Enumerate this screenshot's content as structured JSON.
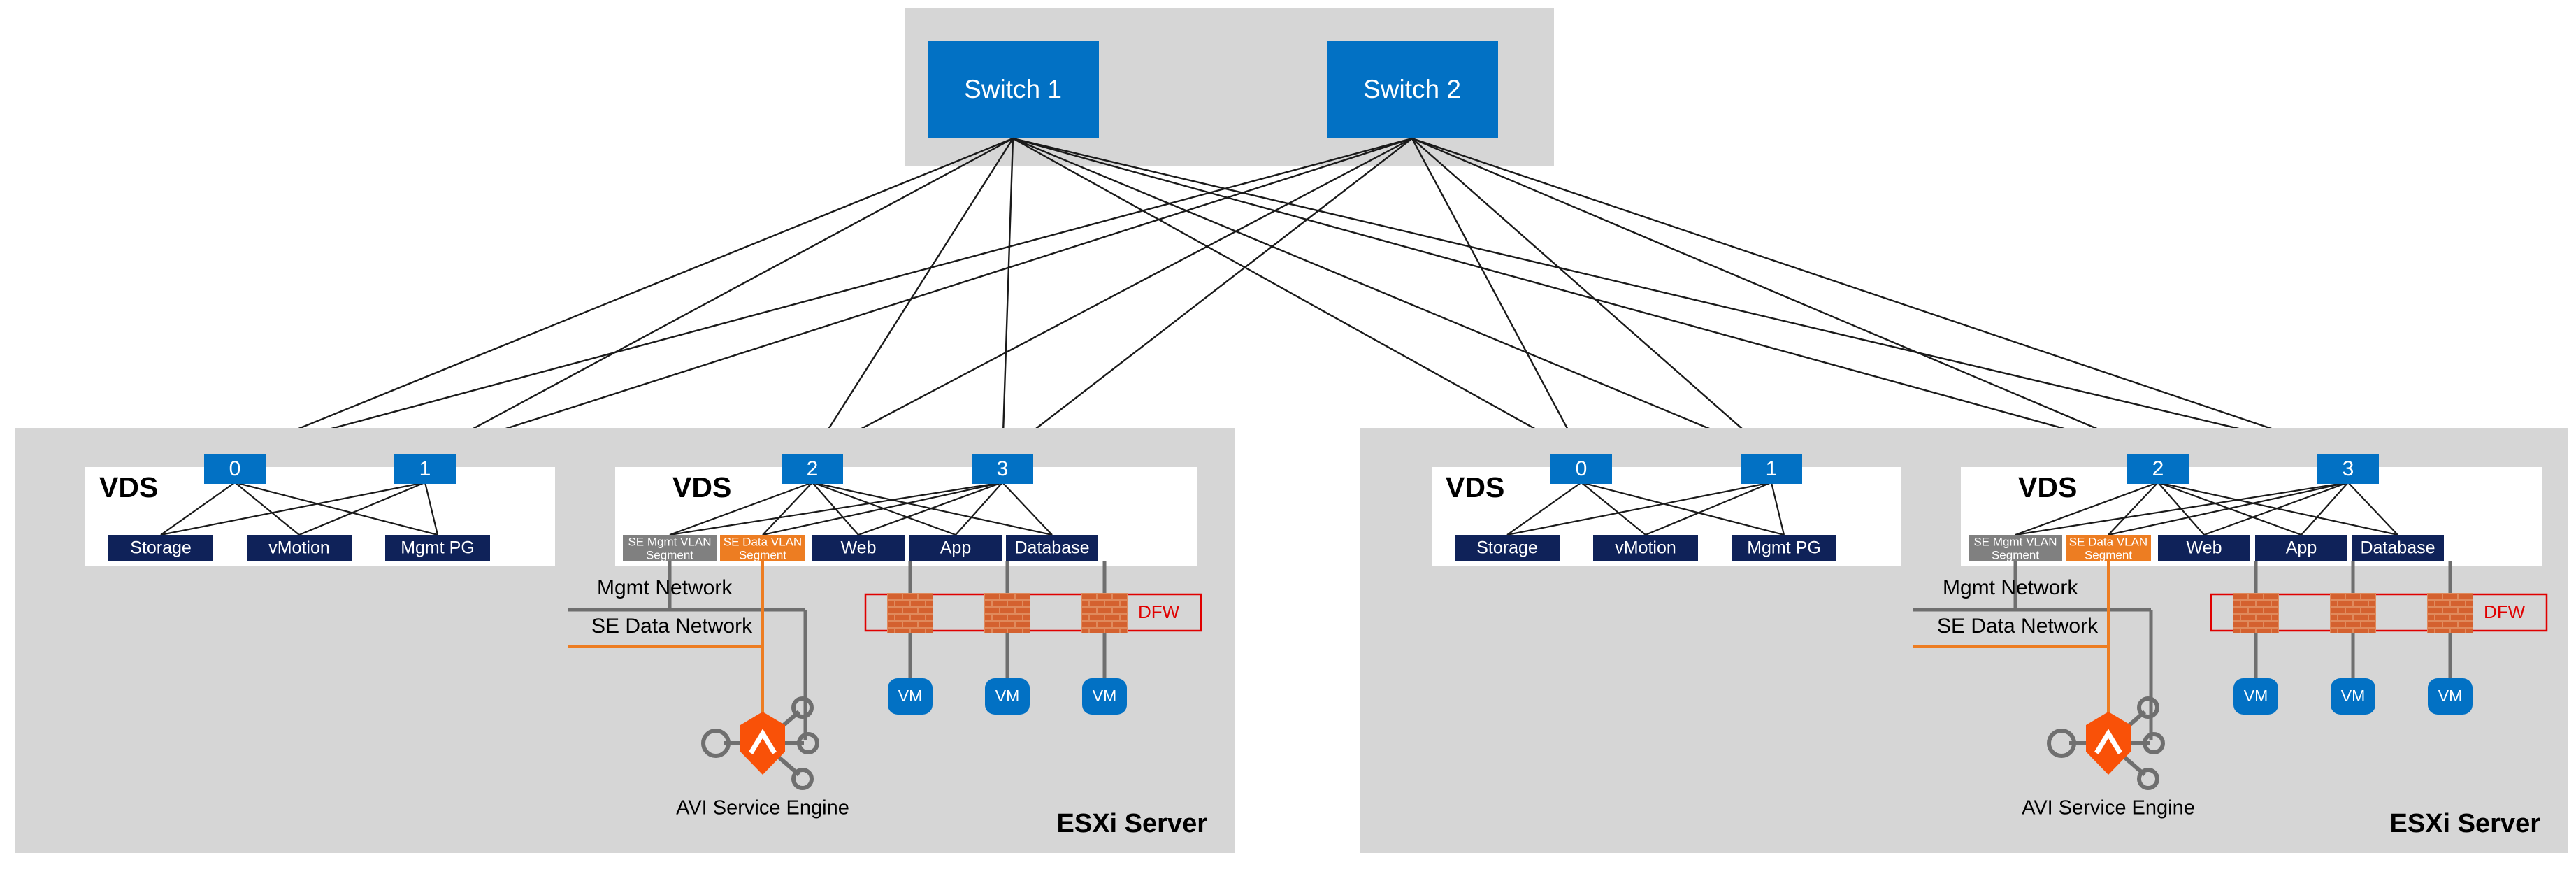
{
  "diagram": {
    "title": "VMware ESXi / AVI Service Engine VDS network topology",
    "colors": {
      "panel_gray": "#d6d6d6",
      "switch_blue": "#0271c4",
      "portgroup_navy": "#0f2259",
      "segment_gray": "#808080",
      "segment_orange": "#ed7d22",
      "avi_orange": "#f95108",
      "dfw_red": "#e00000",
      "line_gray": "#6f6f6f"
    }
  },
  "top_fabric": {
    "switches": [
      {
        "label": "Switch 1"
      },
      {
        "label": "Switch 2"
      }
    ]
  },
  "hosts": [
    {
      "esxi_label": "ESXi Server",
      "vds_left": {
        "title": "VDS",
        "uplinks": [
          "0",
          "1"
        ],
        "portgroups": [
          "Storage",
          "vMotion",
          "Mgmt PG"
        ]
      },
      "vds_right": {
        "title": "VDS",
        "uplinks": [
          "2",
          "3"
        ],
        "segments": [
          {
            "line1": "SE Mgmt VLAN",
            "line2": "Segment",
            "style": "gray"
          },
          {
            "line1": "SE Data VLAN",
            "line2": "Segment",
            "style": "orange"
          }
        ],
        "portgroups": [
          "Web",
          "App",
          "Database"
        ]
      },
      "networks": [
        {
          "label": "Mgmt Network",
          "style": "gray"
        },
        {
          "label": "SE Data Network",
          "style": "orange"
        }
      ],
      "dfw": {
        "label": "DFW",
        "firewall_count": 3
      },
      "vms": [
        "VM",
        "VM",
        "VM"
      ],
      "service_engine": {
        "label": "AVI Service Engine",
        "glyph": "chevron-up"
      }
    },
    {
      "esxi_label": "ESXi Server",
      "vds_left": {
        "title": "VDS",
        "uplinks": [
          "0",
          "1"
        ],
        "portgroups": [
          "Storage",
          "vMotion",
          "Mgmt PG"
        ]
      },
      "vds_right": {
        "title": "VDS",
        "uplinks": [
          "2",
          "3"
        ],
        "segments": [
          {
            "line1": "SE Mgmt VLAN",
            "line2": "Segment",
            "style": "gray"
          },
          {
            "line1": "SE Data VLAN",
            "line2": "Segment",
            "style": "orange"
          }
        ],
        "portgroups": [
          "Web",
          "App",
          "Database"
        ]
      },
      "networks": [
        {
          "label": "Mgmt Network",
          "style": "gray"
        },
        {
          "label": "SE Data Network",
          "style": "orange"
        }
      ],
      "dfw": {
        "label": "DFW",
        "firewall_count": 3
      },
      "vms": [
        "VM",
        "VM",
        "VM"
      ],
      "service_engine": {
        "label": "AVI Service Engine",
        "glyph": "chevron-up"
      }
    }
  ]
}
